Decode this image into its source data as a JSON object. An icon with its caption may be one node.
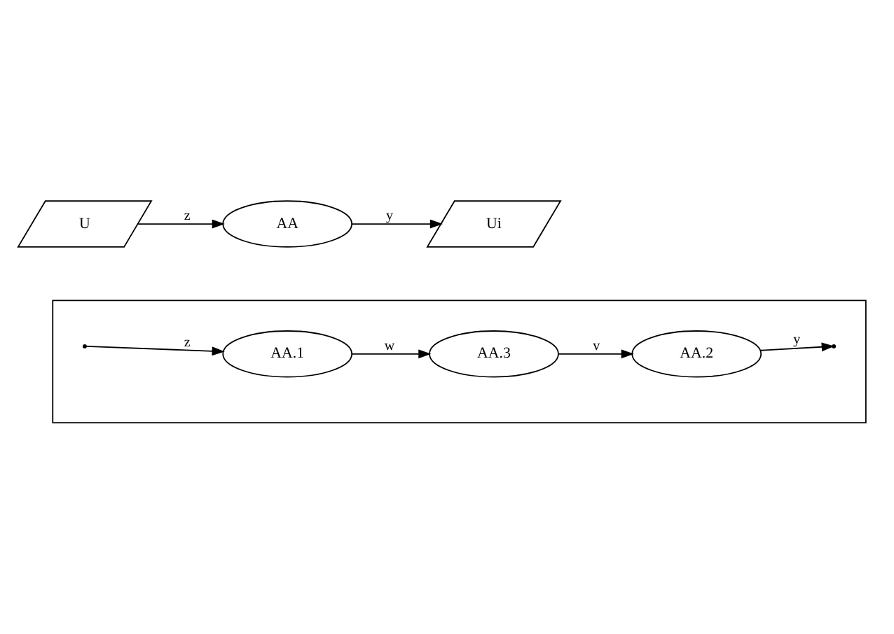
{
  "diagram": {
    "nodes": [
      {
        "text": [
          "U"
        ]
      },
      {
        "text": [
          "AA"
        ]
      },
      {
        "text": [
          "Ui"
        ]
      },
      {
        "text": [],
        "shape": "parallelogram"
      },
      {
        "text": [
          "AA.1"
        ],
        "in": 3
      },
      {
        "text": [
          "AA.2"
        ],
        "in": 3
      },
      {
        "text": [
          "AA.3"
        ],
        "in": 3
      }
    ],
    "edges": [
      {
        "from": 0,
        "to": 1,
        "arrow": "to",
        "label": "z"
      },
      {
        "from": 1,
        "to": 2,
        "arrow": "to",
        "label": "y"
      },
      {
        "from": null,
        "to": 4,
        "arrow": "to",
        "label": "z"
      },
      {
        "from": 4,
        "to": 6,
        "arrow": "to",
        "label": "w"
      },
      {
        "from": 6,
        "to": 5,
        "arrow": "to",
        "label": "v"
      },
      {
        "from": 5,
        "to": null,
        "arrow": "to",
        "label": "y"
      }
    ]
  }
}
